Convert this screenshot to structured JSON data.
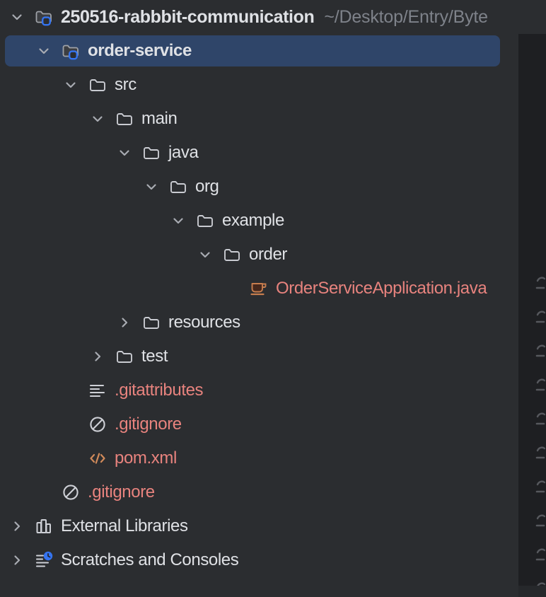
{
  "panel": {
    "root": {
      "name": "250516-rabbbit-communication",
      "path": "~/Desktop/Entry/Byte",
      "chevron": "down",
      "icon": "project-folder-icon"
    },
    "tree": [
      {
        "label": "order-service",
        "level": 1,
        "chevron": "down",
        "icon": "project-folder-icon",
        "bold": true,
        "selected": true,
        "color": "default"
      },
      {
        "label": "src",
        "level": 2,
        "chevron": "down",
        "icon": "folder-icon",
        "color": "default"
      },
      {
        "label": "main",
        "level": 3,
        "chevron": "down",
        "icon": "folder-icon",
        "color": "default"
      },
      {
        "label": "java",
        "level": 4,
        "chevron": "down",
        "icon": "folder-icon",
        "color": "default"
      },
      {
        "label": "org",
        "level": 5,
        "chevron": "down",
        "icon": "folder-icon",
        "color": "default"
      },
      {
        "label": "example",
        "level": 6,
        "chevron": "down",
        "icon": "folder-icon",
        "color": "default"
      },
      {
        "label": "order",
        "level": 7,
        "chevron": "down",
        "icon": "folder-icon",
        "color": "default"
      },
      {
        "label": "OrderServiceApplication.java",
        "level": 8,
        "chevron": "none",
        "icon": "java-class-icon",
        "color": "salmon"
      },
      {
        "label": "resources",
        "level": 4,
        "chevron": "right",
        "icon": "folder-icon",
        "color": "default"
      },
      {
        "label": "test",
        "level": 3,
        "chevron": "right",
        "icon": "folder-icon",
        "color": "default"
      },
      {
        "label": ".gitattributes",
        "level": 2,
        "chevron": "none",
        "icon": "text-file-icon",
        "color": "salmon"
      },
      {
        "label": ".gitignore",
        "level": 2,
        "chevron": "none",
        "icon": "ignored-file-icon",
        "color": "salmon"
      },
      {
        "label": "pom.xml",
        "level": 2,
        "chevron": "none",
        "icon": "xml-file-icon",
        "color": "salmon"
      },
      {
        "label": ".gitignore",
        "level": 1,
        "chevron": "none",
        "icon": "ignored-file-icon",
        "color": "salmon"
      },
      {
        "label": "External Libraries",
        "level": 0,
        "chevron": "right",
        "icon": "library-icon",
        "color": "default"
      },
      {
        "label": "Scratches and Consoles",
        "level": 0,
        "chevron": "right",
        "icon": "scratches-icon",
        "color": "default"
      }
    ],
    "colors": {
      "panel_bg": "#2b2d30",
      "editor_bg": "#1e1f22",
      "selection": "#2f4569",
      "text": "#dfe1e5",
      "path_text": "#7e828a",
      "vcs_salmon": "#e8837e",
      "accent_blue": "#3574f0",
      "java_orange": "#c77d4e",
      "xml_orange": "#d08a5a"
    }
  },
  "editor_strip": {
    "clipped_line_number_marks": 10
  }
}
